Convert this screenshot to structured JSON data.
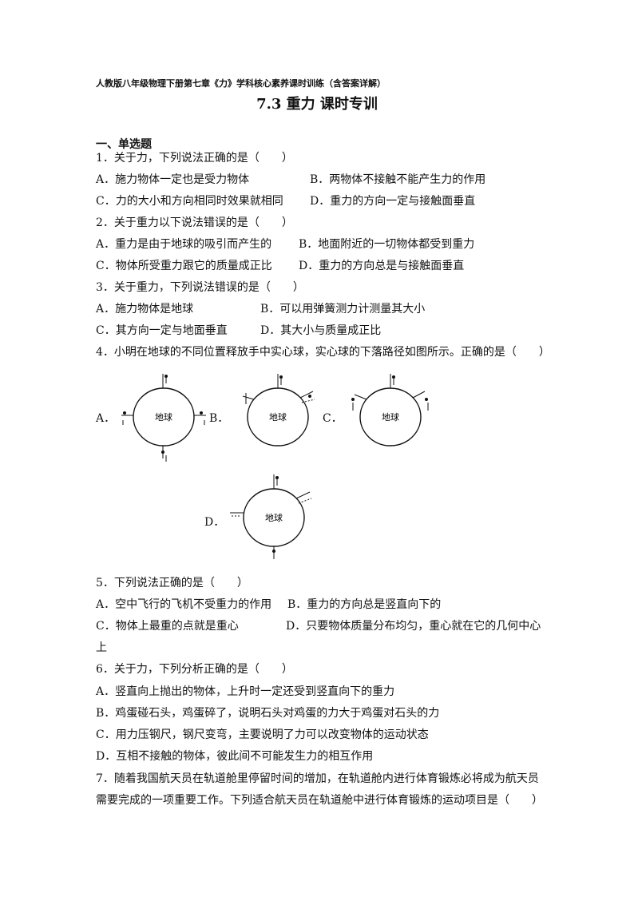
{
  "header": "人教版八年级物理下册第七章《力》学科核心素养课时训练（含答案详解）",
  "title": "7.3 重力 课时专训",
  "section": "一、单选题",
  "questions": [
    {
      "stem": "1．关于力，下列说法正确的是（　　）",
      "options": [
        "A．施力物体一定也是受力物体",
        "B．两物体不接触不能产生力的作用",
        "C．力的大小和方向相同时效果就相同",
        "D．重力的方向一定与接触面垂直"
      ]
    },
    {
      "stem": "2．关于重力以下说法错误的是（　　）",
      "options": [
        "A．重力是由于地球的吸引而产生的",
        "B．地面附近的一切物体都受到重力",
        "C．物体所受重力跟它的质量成正比",
        "D．重力的方向总是与接触面垂直"
      ]
    },
    {
      "stem": "3．关于重力，下列说法错误的是（　　）",
      "options": [
        "A．施力物体是地球",
        "B．可以用弹簧测力计测量其大小",
        "C．其方向一定与地面垂直",
        "D．其大小与质量成正比"
      ]
    },
    {
      "stem": "4．小明在地球的不同位置释放手中实心球，实心球的下落路径如图所示。正确的是（　　）",
      "figures": [
        {
          "label": "A．",
          "earth": "地球"
        },
        {
          "label": "B．",
          "earth": "地球"
        },
        {
          "label": "C．",
          "earth": "地球"
        },
        {
          "label": "D．",
          "earth": "地球"
        }
      ]
    },
    {
      "stem": "5．下列说法正确的是（　　）",
      "options": [
        "A．空中飞行的飞机不受重力的作用",
        "B．重力的方向总是竖直向下的",
        "C．物体上最重的点就是重心",
        "D．只要物体质量分布均匀，重心就在它的几何中心"
      ],
      "continuation": "上"
    },
    {
      "stem": "6．关于力，下列分析正确的是（　　）",
      "options": [
        "A．竖直向上抛出的物体，上升时一定还受到竖直向下的重力",
        "B．鸡蛋碰石头，鸡蛋碎了，说明石头对鸡蛋的力大于鸡蛋对石头的力",
        "C．用力压钢尺，钢尺变弯，主要说明了力可以改变物体的运动状态",
        "D．互相不接触的物体，彼此间不可能发生力的相互作用"
      ]
    },
    {
      "stem_lines": [
        "7．随着我国航天员在轨道舱里停留时间的增加，在轨道舱内进行体育锻炼必将成为航天员",
        "需要完成的一项重要工作。下列适合航天员在轨道舱中进行体育锻炼的运动项目是（　　）"
      ]
    }
  ]
}
